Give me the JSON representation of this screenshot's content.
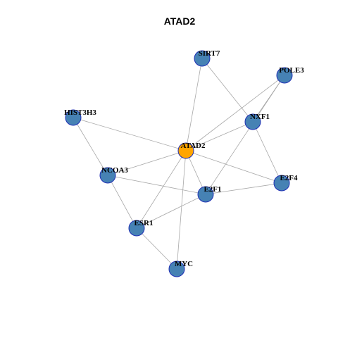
{
  "title": "ATAD2",
  "colors": {
    "center_node": "#ffa500",
    "node": "#4682b4",
    "node_border": "#1f2fb5",
    "edge": "#a8a8a8"
  },
  "nodes": [
    {
      "id": "ATAD2",
      "label": "ATAD2",
      "center": true
    },
    {
      "id": "SIRT7",
      "label": "SIRT7"
    },
    {
      "id": "POLE3",
      "label": "POLE3"
    },
    {
      "id": "HIST3H3",
      "label": "HIST3H3"
    },
    {
      "id": "NXF1",
      "label": "NXF1"
    },
    {
      "id": "NCOA3",
      "label": "NCOA3"
    },
    {
      "id": "E2F4",
      "label": "E2F4"
    },
    {
      "id": "E2F1",
      "label": "E2F1"
    },
    {
      "id": "ESR1",
      "label": "ESR1"
    },
    {
      "id": "MYC",
      "label": "MYC"
    }
  ],
  "edges": [
    [
      "ATAD2",
      "SIRT7"
    ],
    [
      "ATAD2",
      "POLE3"
    ],
    [
      "ATAD2",
      "HIST3H3"
    ],
    [
      "ATAD2",
      "NXF1"
    ],
    [
      "ATAD2",
      "NCOA3"
    ],
    [
      "ATAD2",
      "E2F4"
    ],
    [
      "ATAD2",
      "E2F1"
    ],
    [
      "ATAD2",
      "ESR1"
    ],
    [
      "ATAD2",
      "MYC"
    ],
    [
      "SIRT7",
      "NXF1"
    ],
    [
      "POLE3",
      "NXF1"
    ],
    [
      "POLE3",
      "E2F1"
    ],
    [
      "HIST3H3",
      "NCOA3"
    ],
    [
      "NXF1",
      "E2F4"
    ],
    [
      "NCOA3",
      "E2F1"
    ],
    [
      "NCOA3",
      "ESR1"
    ],
    [
      "E2F1",
      "E2F4"
    ],
    [
      "E2F1",
      "ESR1"
    ],
    [
      "ESR1",
      "MYC"
    ]
  ]
}
